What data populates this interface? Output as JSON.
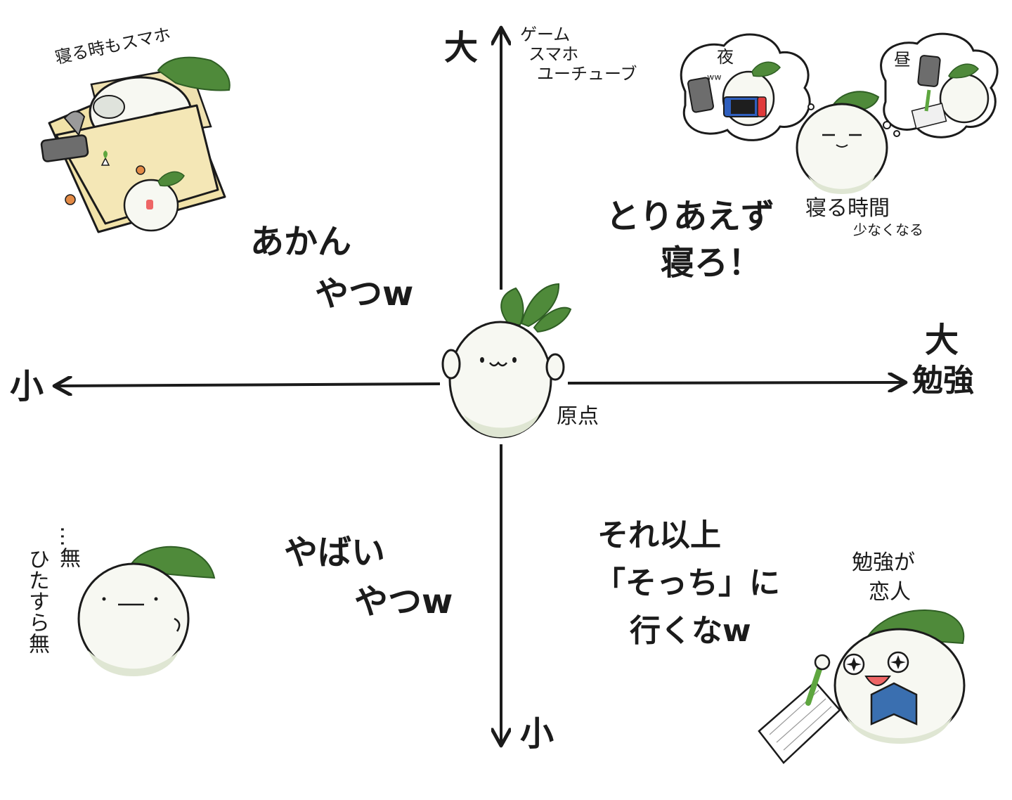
{
  "axes": {
    "y_top": "大",
    "y_bottom": "小",
    "x_left": "小",
    "x_right_top": "大",
    "x_right": "勉強",
    "y_top_items": [
      "ゲーム",
      "スマホ",
      "ユーチューブ"
    ],
    "origin": "原点"
  },
  "quadrants": {
    "top_left": {
      "lines": [
        "あかん",
        "やつw"
      ],
      "caption": "寝る時もスマホ"
    },
    "top_right": {
      "lines": [
        "とりあえず",
        "寝ろ！"
      ],
      "caption_lines": [
        "寝る時間",
        "少なくなる"
      ],
      "bubble_night": "夜",
      "bubble_day": "昼",
      "zzz": "ʷʷ"
    },
    "bottom_left": {
      "lines": [
        "やばい",
        "やつw"
      ],
      "side_1": "…無",
      "side_2": "ひたすら無"
    },
    "bottom_right": {
      "lines": [
        "それ以上",
        "「そっち」に",
        "行くなw"
      ],
      "caption_lines": [
        "勉強が",
        "恋人"
      ]
    }
  },
  "colors": {
    "leaf": "#4f8a3a",
    "leaf_dark": "#2f5e24",
    "body": "#f7f8f2",
    "shade": "#dfe6d3",
    "bed": "#f1e2a8",
    "bed_edge": "#d8c27a",
    "line": "#1b1b1b",
    "phone": "#6d6d6d",
    "book": "#3a6fb0",
    "pen": "#5ea63f"
  }
}
